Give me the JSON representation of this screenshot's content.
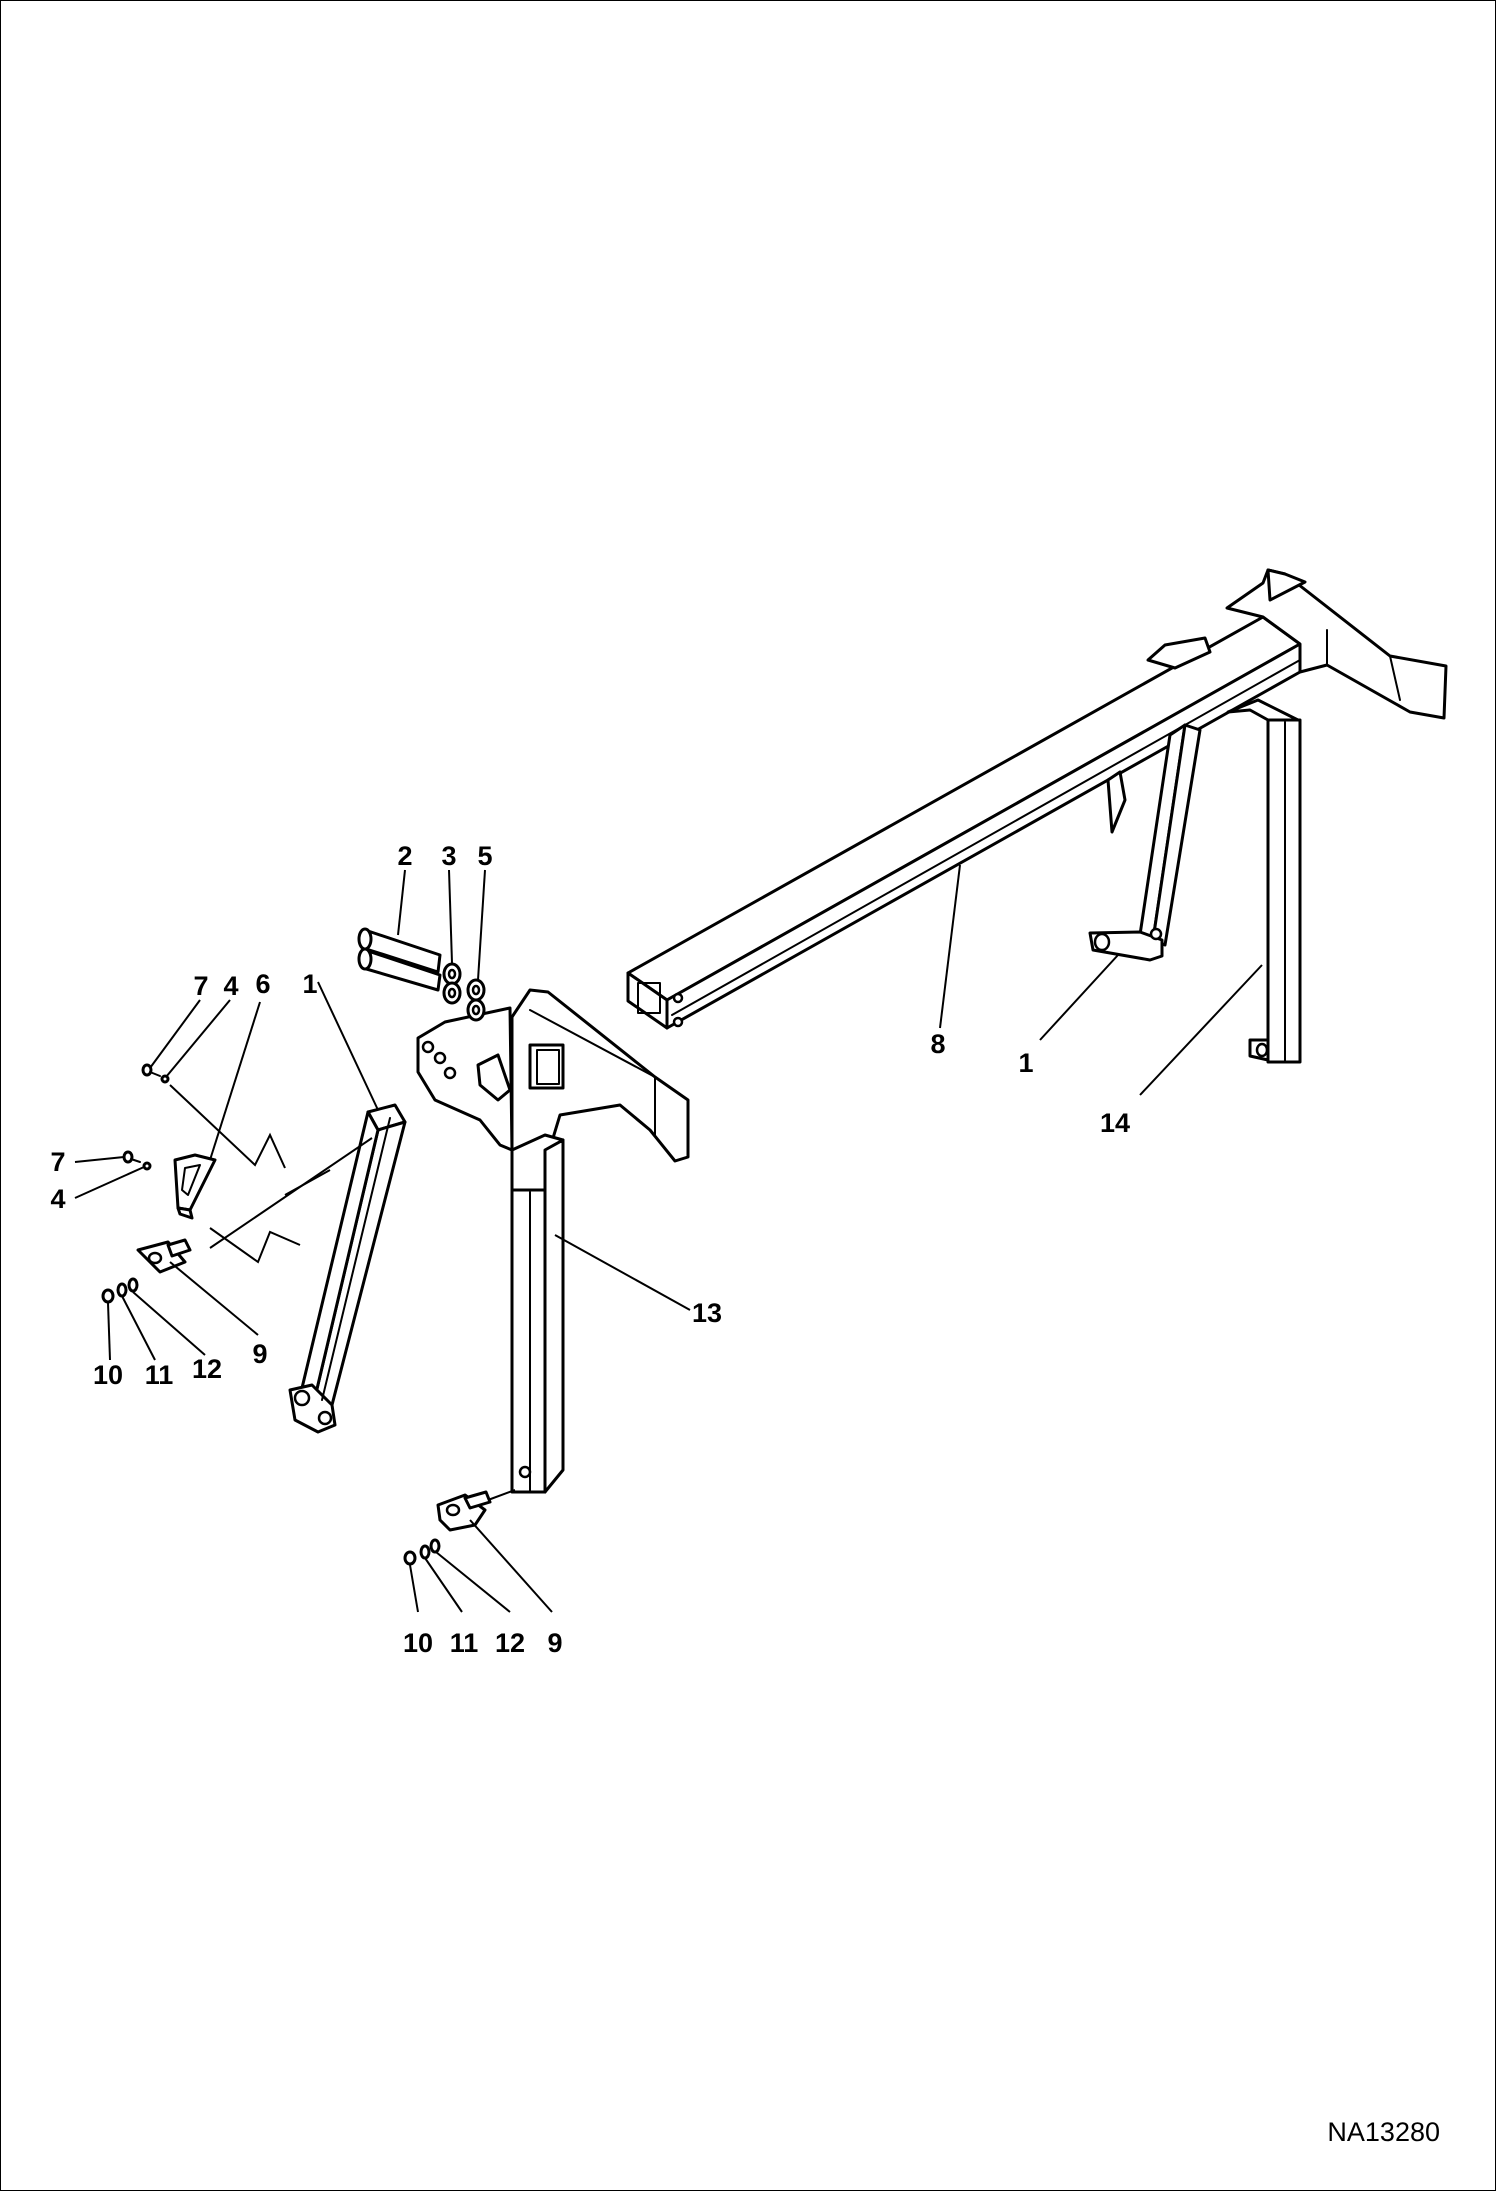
{
  "figure_id": "NA13280",
  "callouts": [
    {
      "id": "c-2",
      "label": "2"
    },
    {
      "id": "c-3",
      "label": "3"
    },
    {
      "id": "c-5",
      "label": "5"
    },
    {
      "id": "c-7a",
      "label": "7"
    },
    {
      "id": "c-4a",
      "label": "4"
    },
    {
      "id": "c-6",
      "label": "6"
    },
    {
      "id": "c-1a",
      "label": "1"
    },
    {
      "id": "c-7b",
      "label": "7"
    },
    {
      "id": "c-4b",
      "label": "4"
    },
    {
      "id": "c-9a",
      "label": "9"
    },
    {
      "id": "c-10a",
      "label": "10"
    },
    {
      "id": "c-11a",
      "label": "11"
    },
    {
      "id": "c-12a",
      "label": "12"
    },
    {
      "id": "c-13",
      "label": "13"
    },
    {
      "id": "c-8",
      "label": "8"
    },
    {
      "id": "c-1b",
      "label": "1"
    },
    {
      "id": "c-14",
      "label": "14"
    },
    {
      "id": "c-10b",
      "label": "10"
    },
    {
      "id": "c-11b",
      "label": "11"
    },
    {
      "id": "c-12b",
      "label": "12"
    },
    {
      "id": "c-9b",
      "label": "9"
    }
  ]
}
